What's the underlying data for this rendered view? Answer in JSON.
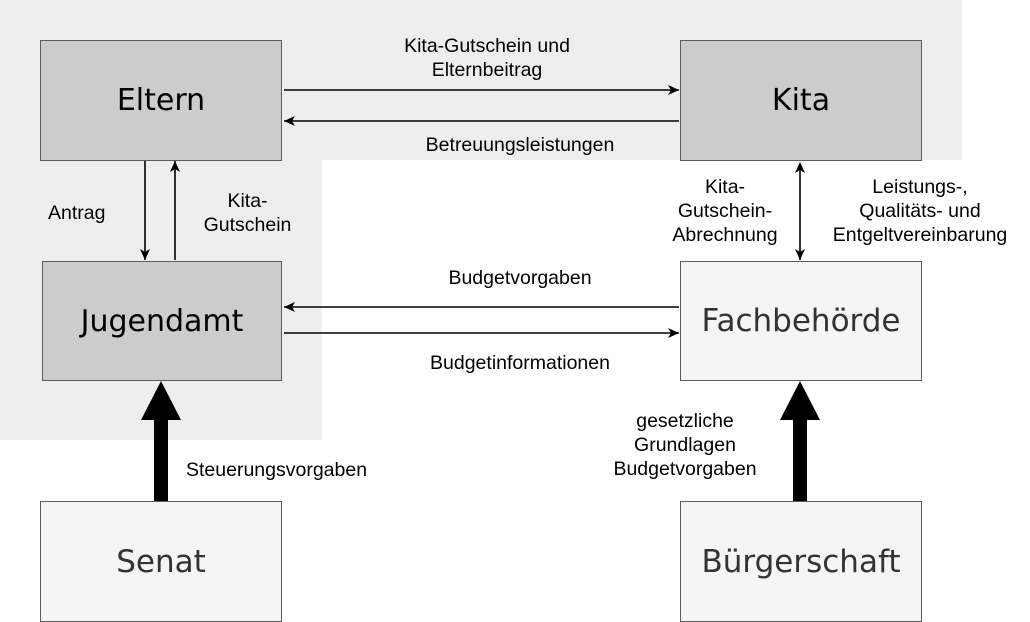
{
  "colors": {
    "region_bg": "#eeeeee",
    "box_dark_fill": "#cccccc",
    "box_light_fill": "#f5f5f5",
    "box_stroke": "#5c5c5c",
    "arrow": "#000000",
    "box_light_text": "#333333"
  },
  "nodes": {
    "eltern": "Eltern",
    "kita": "Kita",
    "jugendamt": "Jugendamt",
    "fachbehoerde": "Fachbehörde",
    "senat": "Senat",
    "buergerschaft": "Bürgerschaft"
  },
  "edges": {
    "eltern_to_kita": [
      "Kita-Gutschein und",
      "Elternbeitrag"
    ],
    "kita_to_eltern": "Betreuungsleistungen",
    "eltern_to_jugendamt": "Antrag",
    "jugendamt_to_eltern": [
      "Kita-",
      "Gutschein"
    ],
    "fachbehoerde_to_jugendamt": "Budgetvorgaben",
    "jugendamt_to_fachbehoerde": "Budgetinformationen",
    "kita_fachbehoerde_left": [
      "Kita-",
      "Gutschein-",
      "Abrechnung"
    ],
    "kita_fachbehoerde_right": [
      "Leistungs-,",
      "Qualitäts- und",
      "Entgeltvereinbarung"
    ],
    "senat_to_jugendamt": "Steuerungsvorgaben",
    "buergerschaft_to_fachbehoerde": [
      "gesetzliche",
      "Grundlagen",
      "Budgetvorgaben"
    ]
  }
}
